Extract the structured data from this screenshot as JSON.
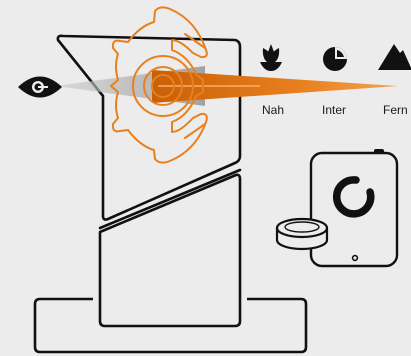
{
  "colors": {
    "background": "#ececec",
    "outline": "#111111",
    "accent": "#e8801f",
    "accent_dark": "#d26a0a",
    "beam_gray": "#b8b8b8"
  },
  "distance_modes": [
    {
      "icon": "tulip-icon",
      "label": "Nah"
    },
    {
      "icon": "pie-icon",
      "label": "Inter"
    },
    {
      "icon": "mountain-icon",
      "label": "Fern"
    }
  ]
}
